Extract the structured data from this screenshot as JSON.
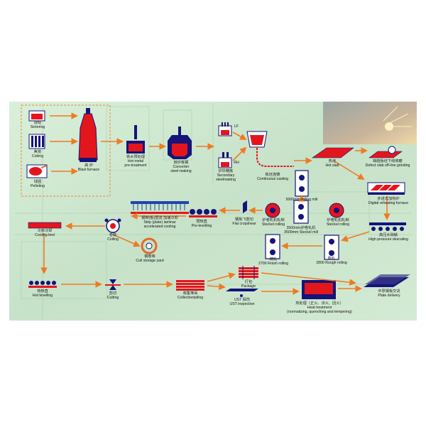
{
  "colors": {
    "background": "#cfe6cf",
    "arrow": "#f07a22",
    "equipment_red": "#e4161d",
    "equipment_navy": "#14147a",
    "frame_blue": "#2244aa",
    "dashed_box": "#e88a3a",
    "coil_orange": "#e26a2a"
  },
  "steps": {
    "sintering": {
      "cn": "烧结",
      "en": "Sintering"
    },
    "coking": {
      "cn": "焦炭",
      "en": "Coking"
    },
    "pelleting": {
      "cn": "球团",
      "en": "Pelleting"
    },
    "blast_furnace": {
      "cn": "高 炉",
      "en": "Blast furnace"
    },
    "hot_metal": {
      "cn": "铁水预处理",
      "en": "Hot metal",
      "en2": "pre-treatment"
    },
    "converter": {
      "cn": "转炉炼钢",
      "en": "Converter",
      "en2": "steel-making"
    },
    "secondary": {
      "cn": "炉外精炼",
      "en": "Secondary",
      "en2": "steelmaking"
    },
    "lf_label": "LF",
    "rh_label": "RH",
    "casting": {
      "cn": "板坯连铸",
      "en": "Continuous casting"
    },
    "hot_slab": {
      "cn": "热坯",
      "en": "Hot slab"
    },
    "defect_slab": {
      "cn": "缺陷板坯下线修磨",
      "en": "Defect slab off-line grinding"
    },
    "reheating": {
      "cn": "步进式加热炉",
      "en": "Digital reheating furnace"
    },
    "descaling": {
      "cn": "高压水除鳞",
      "en": "High pressure descaling"
    },
    "rough_rolling": {
      "cn": "粗轧",
      "en": "2800 Rough rolling"
    },
    "mill_3500": {
      "cn": "3500mm炉卷轧机",
      "en": "3500mm Steckel mill"
    },
    "steckel_rolling": {
      "cn": "炉卷轧机轧制",
      "en": "Steckel rolling"
    },
    "steckel_left": {
      "cn": "炉卷轧机轧制",
      "en": "Steckel rolling"
    },
    "rolling_5000": {
      "cn": "5000mm rolling mill"
    },
    "finish_rolling": {
      "cn": "精轧",
      "en": "2700 Finish rolling"
    },
    "flat_crop": {
      "cn": "钢板飞剪切",
      "en": "Flat cropshear"
    },
    "pre_levelling": {
      "cn": "预矫直",
      "en": "Pre-levelling"
    },
    "cooling_strip": {
      "cn": "钢带(板)层流 加速冷却",
      "en": "Strip (plate) laminar",
      "en2": "accelerated cooling"
    },
    "coiling": {
      "cn": "卷取",
      "en": "Coiling"
    },
    "coil_storage": {
      "cn": "钢卷库",
      "en": "Coil storage yard"
    },
    "cooling_bed": {
      "cn": "冷床冷却",
      "en": "Cooling bed"
    },
    "hot_levelling": {
      "cn": "热矫直",
      "en": "Hot levelling"
    },
    "cutting": {
      "cn": "剪切",
      "en": "Cutting"
    },
    "collection": {
      "cn": "收集堆垛",
      "en": "Collection/piling"
    },
    "ust": {
      "cn": "UST 探伤",
      "en": "UST inspection"
    },
    "package": {
      "cn": "打包",
      "en": "Package"
    },
    "heat_treatment": {
      "cn": "热处理（正火、淬火、回火）",
      "en": "Heat treatment",
      "en2": "(normalizing, quenching and tempering)"
    },
    "plate_delivery": {
      "cn": "中厚钢板交货",
      "en": "Plate delivery"
    }
  }
}
